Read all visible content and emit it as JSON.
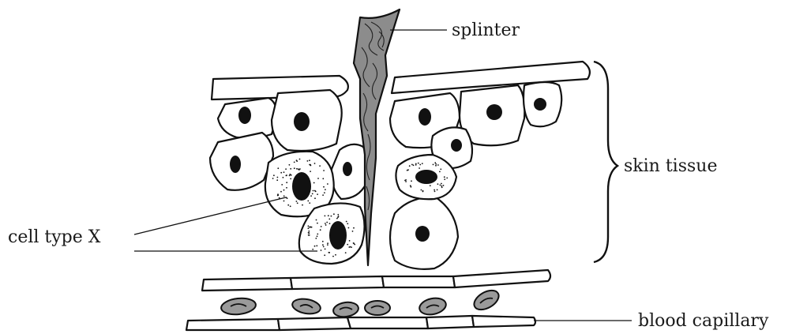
{
  "labels": {
    "splinter": "splinter",
    "skin_tissue": "skin tissue",
    "cell_type_x": "cell type X",
    "blood_capillary": "blood capillary"
  },
  "colors": {
    "outline": "#111111",
    "splinter_fill": "#8c8c8c",
    "red_blood_cell_fill": "#9a9a9a",
    "background": "#ffffff"
  }
}
